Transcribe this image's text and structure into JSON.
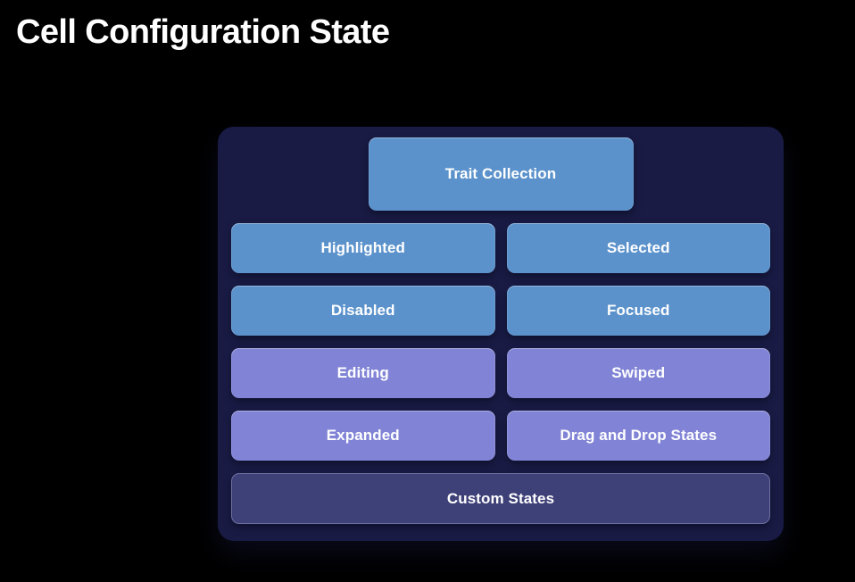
{
  "title": "Cell Configuration State",
  "diagram": {
    "trait_collection": "Trait Collection",
    "rows": [
      [
        "Highlighted",
        "Selected"
      ],
      [
        "Disabled",
        "Focused"
      ],
      [
        "Editing",
        "Swiped"
      ],
      [
        "Expanded",
        "Drag and Drop States"
      ]
    ],
    "custom_states": "Custom States"
  },
  "colors": {
    "background": "#000000",
    "panel": "#191b45",
    "blue_box": "#5b92cb",
    "purple_box": "#8184d6",
    "dark_purple_box": "#3e4078",
    "dark_purple_border": "#6d6fa0",
    "text": "#ffffff"
  }
}
